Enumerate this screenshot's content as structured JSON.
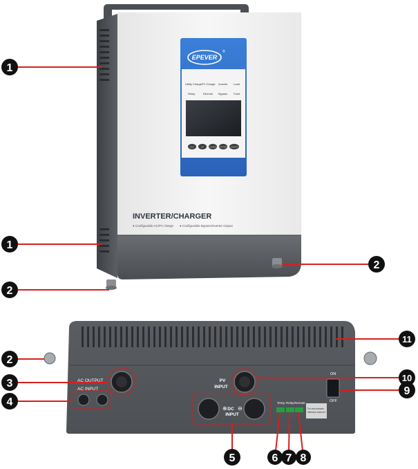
{
  "brand": {
    "logo_text": "EPEVER",
    "registered_mark": "®"
  },
  "front_panel": {
    "indicators_row1": [
      "Utility Charge",
      "PV Charge",
      "Inverter",
      "Load"
    ],
    "indicators_row2": [
      "Relay",
      "Remote",
      "Bypass",
      "Fault"
    ],
    "buttons": [
      "ESC",
      "UP",
      "DOWN",
      "ENTER",
      "ON/OFF"
    ]
  },
  "product": {
    "title": "INVERTER/CHARGER",
    "feature_1": "● Configurable AC/PV charge",
    "feature_2": "● Configurable Bypass/Inverter Output"
  },
  "bottom_panel": {
    "ac_output": "AC OUTPUT",
    "ac_input": "AC INPUT",
    "dc_input_line1": "DC",
    "dc_input_line2": "INPUT",
    "pv_input_line1": "PV",
    "pv_input_line2": "INPUT",
    "temp": "Temp.",
    "relay": "Relay",
    "remote": "Remote",
    "switch_on": "ON",
    "switch_off": "OFF",
    "sticker_line1": "For new features",
    "sticker_line2": "interface reserved"
  },
  "callouts": [
    "1",
    "1",
    "2",
    "2",
    "2",
    "3",
    "4",
    "5",
    "6",
    "7",
    "8",
    "9",
    "10",
    "11"
  ],
  "colors": {
    "accent_red": "#d81e1e",
    "panel_blue": "#2f6fc7",
    "body_white": "#f1f1f1",
    "housing_gray": "#5a5d62",
    "badge_black": "#111111"
  }
}
